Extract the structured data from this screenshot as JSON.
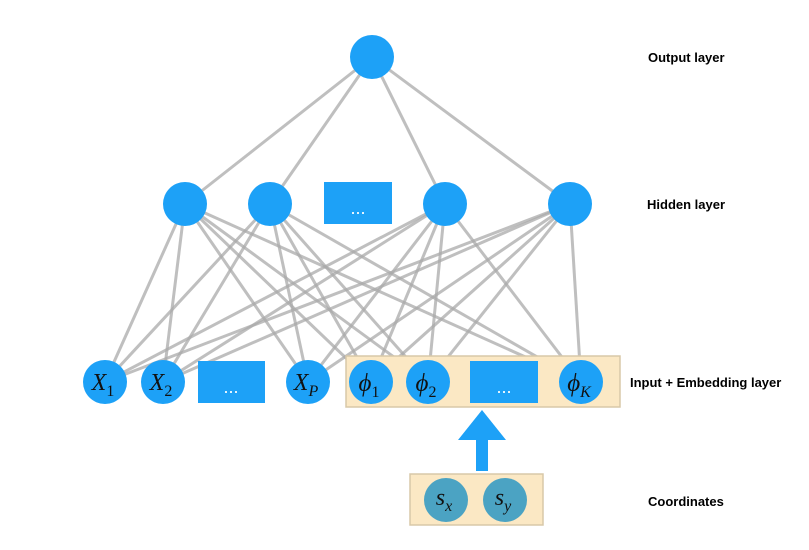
{
  "colors": {
    "node": "#1da1f7",
    "coord_node": "#4ba3c3",
    "edge": "#a9a9a9",
    "band_fill": "#fbe8c4",
    "band_stroke": "#d8c8a8",
    "arrow": "#1da1f7"
  },
  "layers": {
    "output": {
      "label": "Output layer"
    },
    "hidden": {
      "label": "Hidden layer",
      "ellipsis": "..."
    },
    "input": {
      "label": "Input + Embedding layer",
      "ellipsis_inputs": "...",
      "ellipsis_embed": "..."
    },
    "coordinates": {
      "label": "Coordinates"
    }
  },
  "nodes": {
    "output": [
      {
        "id": "out"
      }
    ],
    "hidden": [
      {
        "id": "h1"
      },
      {
        "id": "h2"
      },
      {
        "id": "h3"
      },
      {
        "id": "h4"
      }
    ],
    "inputs": [
      {
        "id": "x1",
        "base": "X",
        "sub": "1"
      },
      {
        "id": "x2",
        "base": "X",
        "sub": "2"
      },
      {
        "id": "xp",
        "base": "X",
        "sub": "P"
      }
    ],
    "embeddings": [
      {
        "id": "phi1",
        "base": "ϕ",
        "sub": "1"
      },
      {
        "id": "phi2",
        "base": "ϕ",
        "sub": "2"
      },
      {
        "id": "phik",
        "base": "ϕ",
        "sub": "K"
      }
    ],
    "coordinates": [
      {
        "id": "sx",
        "base": "s",
        "sub": "x"
      },
      {
        "id": "sy",
        "base": "s",
        "sub": "y"
      }
    ]
  },
  "connections": {
    "output_to_hidden": "all",
    "hidden_to_input": "all"
  }
}
